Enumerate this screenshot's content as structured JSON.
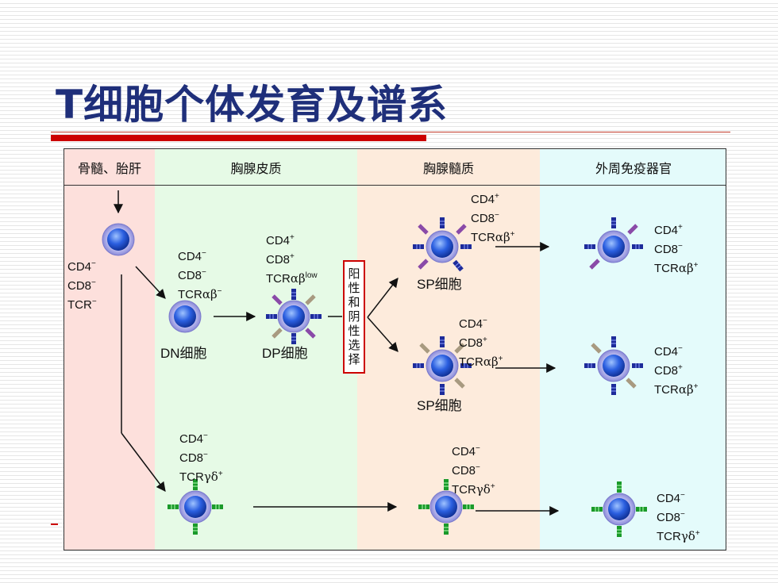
{
  "slide": {
    "title": "T细胞个体发育及谱系"
  },
  "columns": [
    {
      "label": "骨髓、胎肝",
      "color": "#fde0dc"
    },
    {
      "label": "胸腺皮质",
      "color": "#e6fae6"
    },
    {
      "label": "胸腺髓质",
      "color": "#fdebdc"
    },
    {
      "label": "外周免疫器官",
      "color": "#e4fbfb"
    }
  ],
  "labels": {
    "precursor": {
      "l1": "CD4",
      "s1": "−",
      "l2": "CD8",
      "s2": "−",
      "l3": "TCR",
      "s3": "−"
    },
    "dn_markers": {
      "l1": "CD4",
      "s1": "−",
      "l2": "CD8",
      "s2": "−",
      "l3": "TCR",
      "g3": "αβ",
      "s3": "−"
    },
    "dp_markers": {
      "l1": "CD4",
      "s1": "+",
      "l2": "CD8",
      "s2": "+",
      "l3": "TCR",
      "g3": "αβ",
      "s3": "low"
    },
    "dn_name": "DN细胞",
    "dp_name": "DP细胞",
    "selection": [
      "阳",
      "性",
      "和",
      "阴",
      "性",
      "选",
      "择"
    ],
    "sp4_markers": {
      "l1": "CD4",
      "s1": "+",
      "l2": "CD8",
      "s2": "−",
      "l3": "TCR",
      "g3": "αβ",
      "s3": "+"
    },
    "sp4_name": "SP细胞",
    "sp8_markers": {
      "l1": "CD4",
      "s1": "−",
      "l2": "CD8",
      "s2": "+",
      "l3": "TCR",
      "g3": "αβ",
      "s3": "+"
    },
    "sp8_name": "SP细胞",
    "gd_cortex": {
      "l1": "CD4",
      "s1": "−",
      "l2": "CD8",
      "s2": "−",
      "l3": "TCR",
      "g3": "γδ",
      "s3": "+"
    },
    "gd_medulla": {
      "l1": "CD4",
      "s1": "−",
      "l2": "CD8",
      "s2": "−",
      "l3": "TCR",
      "g3": "γδ",
      "s3": "+"
    },
    "periph_cd4": {
      "l1": "CD4",
      "s1": "+",
      "l2": "CD8",
      "s2": "−",
      "l3": "TCR",
      "g3": "αβ",
      "s3": "+"
    },
    "periph_cd8": {
      "l1": "CD4",
      "s1": "−",
      "l2": "CD8",
      "s2": "+",
      "l3": "TCR",
      "g3": "αβ",
      "s3": "+"
    },
    "periph_gd": {
      "l1": "CD4",
      "s1": "−",
      "l2": "CD8",
      "s2": "−",
      "l3": "TCR",
      "g3": "γδ",
      "s3": "+"
    }
  }
}
